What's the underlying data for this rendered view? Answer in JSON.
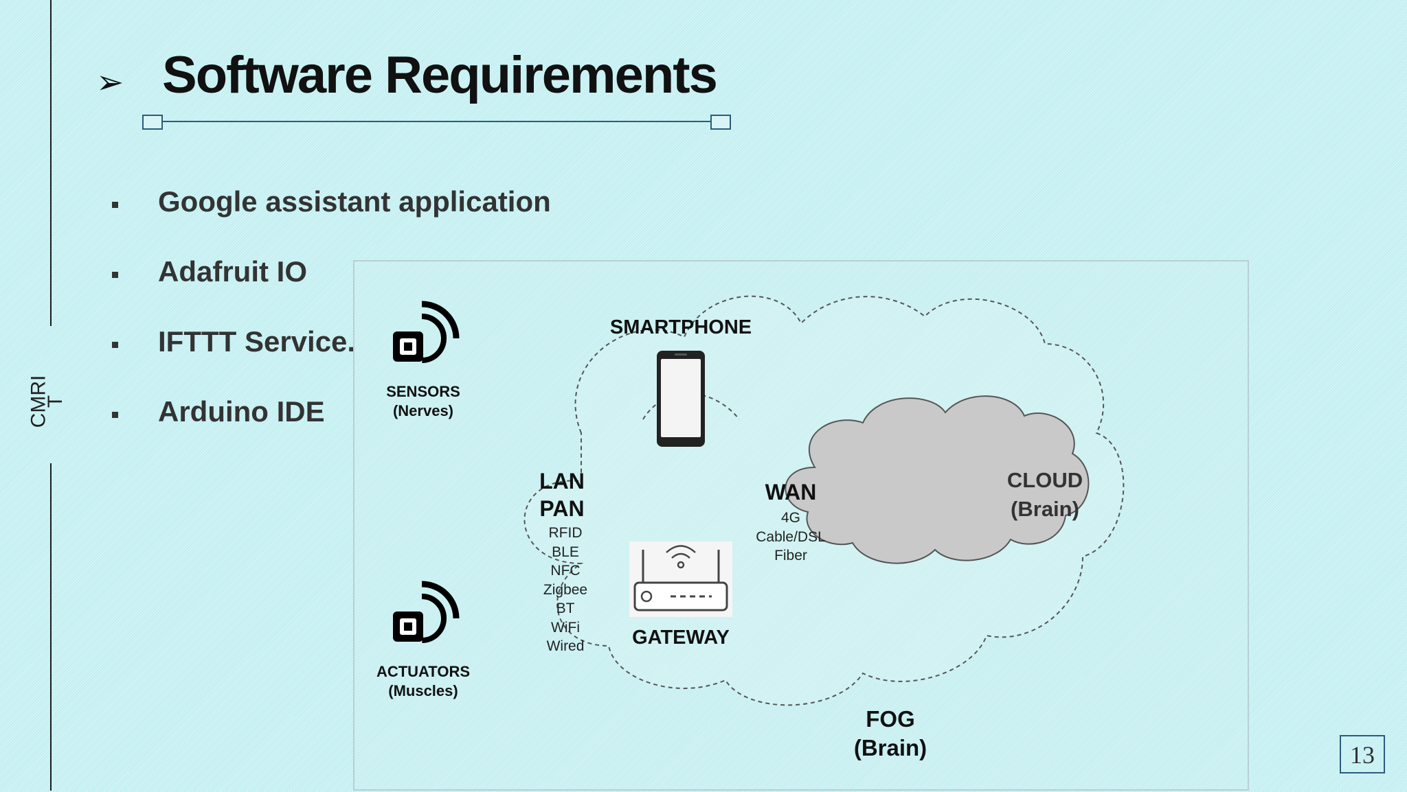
{
  "side_label": {
    "line1": "CMRI",
    "line2": "T"
  },
  "title": {
    "arrow": "➢",
    "text": "Software Requirements"
  },
  "bullets": [
    {
      "text": "Google assistant application"
    },
    {
      "text": "Adafruit IO"
    },
    {
      "text": "IFTTT Service."
    },
    {
      "text": "Arduino IDE"
    }
  ],
  "diagram": {
    "sensors": {
      "name": "SENSORS",
      "sub": "(Nerves)"
    },
    "actuators": {
      "name": "ACTUATORS",
      "sub": "(Muscles)"
    },
    "smartphone": "SMARTPHONE",
    "gateway": "GATEWAY",
    "lan": "LAN",
    "pan": "PAN",
    "lan_techs": [
      "RFID",
      "BLE",
      "NFC",
      "Zigbee",
      "BT",
      "WiFi",
      "Wired"
    ],
    "wan": {
      "title": "WAN",
      "items": [
        "4G",
        "Cable/DSL",
        "Fiber"
      ]
    },
    "cloud": {
      "name": "CLOUD",
      "sub": "(Brain)"
    },
    "fog": {
      "name": "FOG",
      "sub": "(Brain)"
    }
  },
  "page_number": "13"
}
